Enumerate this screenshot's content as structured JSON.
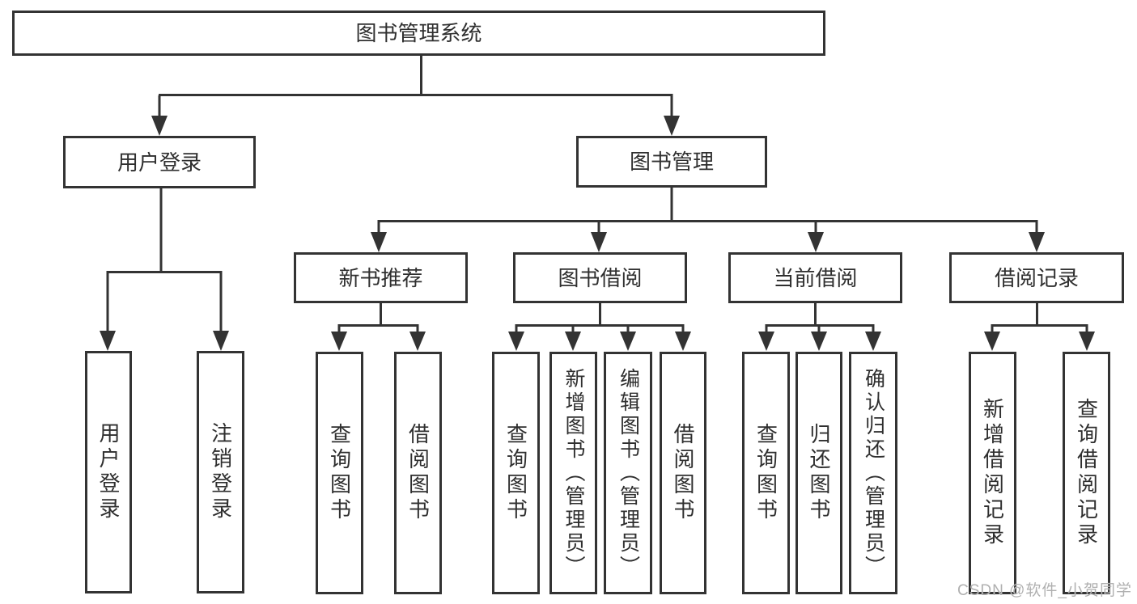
{
  "tree": {
    "root": "图书管理系统",
    "branches": [
      {
        "label": "用户登录",
        "children": [
          "用户登录",
          "注销登录"
        ]
      },
      {
        "label": "图书管理",
        "children": [
          {
            "label": "新书推荐",
            "children": [
              "查询图书",
              "借阅图书"
            ]
          },
          {
            "label": "图书借阅",
            "children": [
              "查询图书",
              "新增图书（管理员）",
              "编辑图书（管理员）",
              "借阅图书"
            ]
          },
          {
            "label": "当前借阅",
            "children": [
              "查询图书",
              "归还图书",
              "确认归还（管理员）"
            ]
          },
          {
            "label": "借阅记录",
            "children": [
              "新增借阅记录",
              "查询借阅记录"
            ]
          }
        ]
      }
    ]
  },
  "watermark": {
    "text": "CSDN @软件_小贺同学"
  },
  "colors": {
    "line": "#333333",
    "text": "#2f2f2f",
    "background": "#ffffff",
    "watermark": "#b0b0b0"
  }
}
